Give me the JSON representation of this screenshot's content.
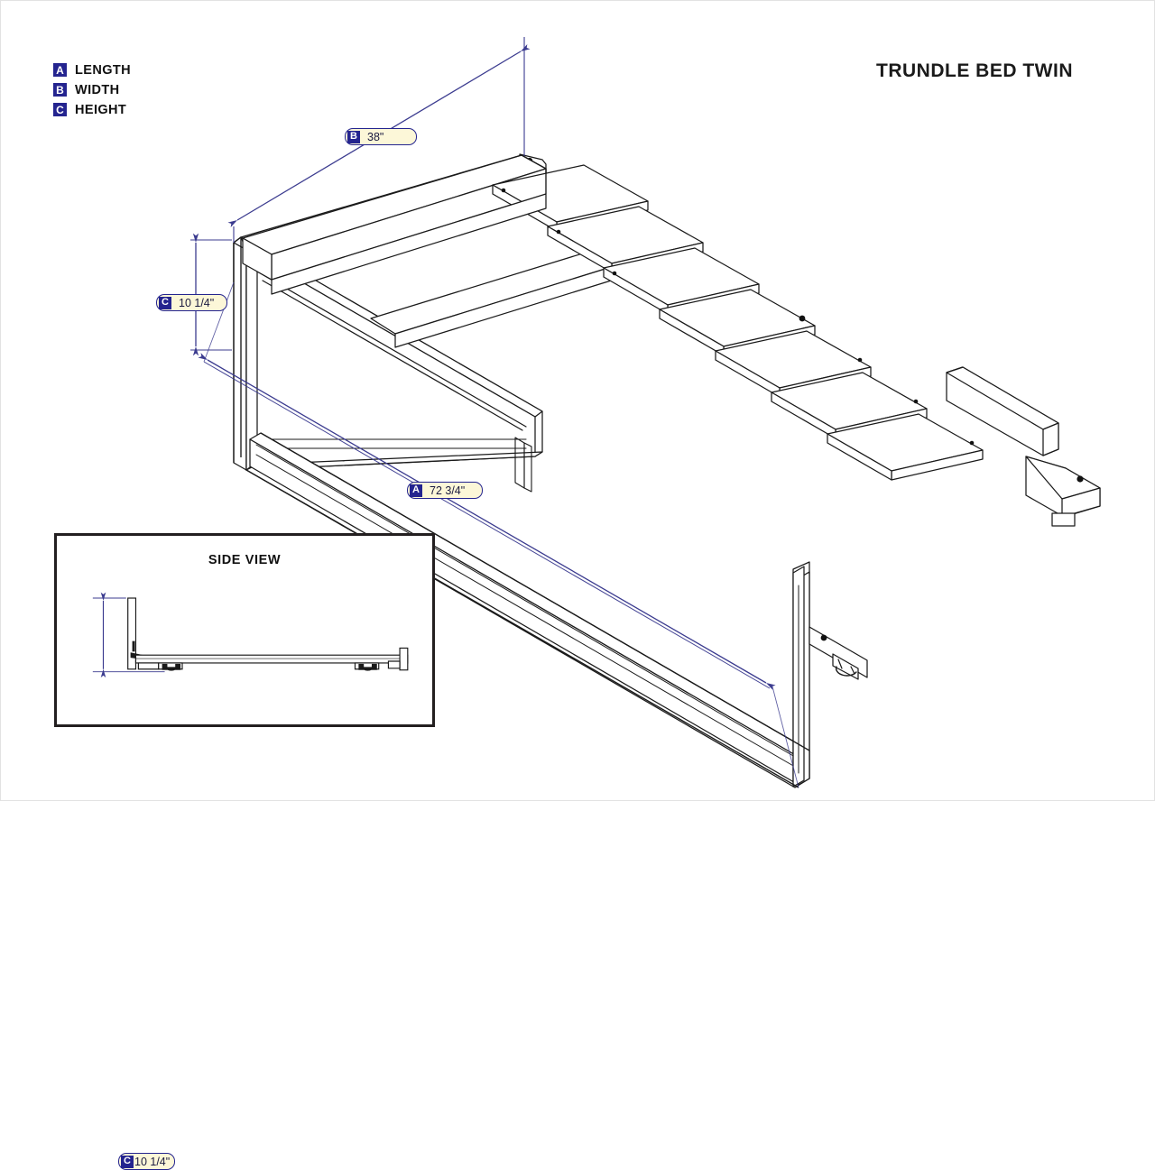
{
  "title": "TRUNDLE BED TWIN",
  "legend": {
    "items": [
      {
        "badge": "A",
        "label": "LENGTH"
      },
      {
        "badge": "B",
        "label": "WIDTH"
      },
      {
        "badge": "C",
        "label": "HEIGHT"
      }
    ]
  },
  "dimensions": {
    "length": {
      "badge": "A",
      "value": "72 3/4\"",
      "name": "LENGTH"
    },
    "width": {
      "badge": "B",
      "value": "38\"",
      "name": "WIDTH"
    },
    "height": {
      "badge": "C",
      "value": "10 1/4\"",
      "name": "HEIGHT"
    }
  },
  "side_view": {
    "title": "SIDE VIEW",
    "height": {
      "badge": "C",
      "value": "10 1/4\""
    }
  },
  "colors": {
    "badge_blue": "#24248f",
    "callout_fill": "#fcf7d8",
    "dimension_line": "#3b3b8f",
    "outline": "#1a1a1a",
    "frame_border": "#231f20",
    "background": "#ffffff"
  },
  "chart_data": {
    "type": "table",
    "title": "TRUNDLE BED TWIN",
    "categories": [
      "LENGTH",
      "WIDTH",
      "HEIGHT"
    ],
    "labels": [
      "A",
      "B",
      "C"
    ],
    "values": [
      "72 3/4\"",
      "38\"",
      "10 1/4\""
    ]
  }
}
